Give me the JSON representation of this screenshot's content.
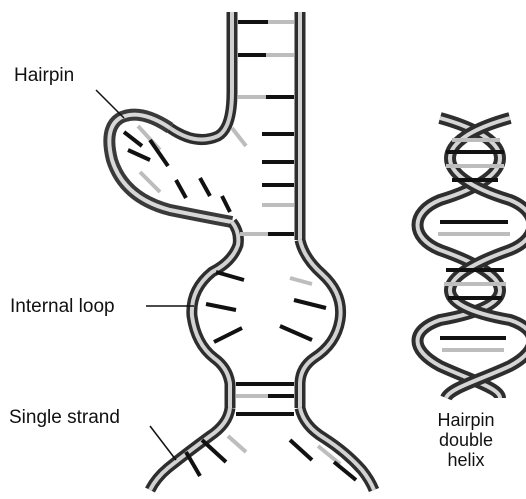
{
  "labels": {
    "hairpin": "Hairpin",
    "internal_loop": "Internal loop",
    "single_strand": "Single strand",
    "hairpin_double_helix": [
      "Hairpin",
      "double",
      "helix"
    ]
  },
  "colors": {
    "ribbon_dark": "#2b2b2b",
    "ribbon_mid": "#8a8a8a",
    "ribbon_light": "#d9d9d9",
    "base_dark": "#111111",
    "base_light": "#bdbdbd"
  }
}
